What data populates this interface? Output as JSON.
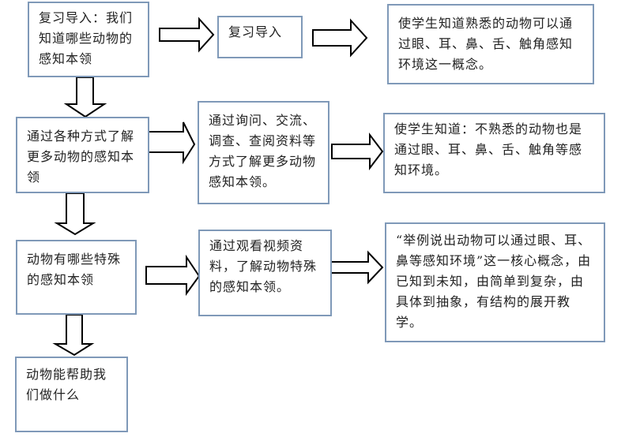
{
  "left_column": [
    {
      "id": "review",
      "text": "复习导入：我们知道哪些动物的感知本领"
    },
    {
      "id": "ways",
      "text": "通过各种方式了解更多动物的感知本领"
    },
    {
      "id": "special",
      "text": "动物有哪些特殊的感知本领"
    },
    {
      "id": "help",
      "text": "动物能帮助我们做什么"
    }
  ],
  "middle_column": [
    {
      "id": "review-method",
      "text": "复习导入"
    },
    {
      "id": "inquiry-method",
      "text": "通过询问、交流、调查、查阅资料等方式了解更多动物感知本领。"
    },
    {
      "id": "video-method",
      "text": "通过观看视频资料，了解动物特殊的感知本领。"
    }
  ],
  "right_column": [
    {
      "id": "goal-familiar",
      "text": "使学生知道熟悉的动物可以通过眼、耳、鼻、舌、触角感知环境这一概念。"
    },
    {
      "id": "goal-unfamiliar",
      "text": "使学生知道：不熟悉的动物也是通过眼、耳、鼻、舌、触角等感知环境。"
    },
    {
      "id": "goal-core",
      "text": "“举例说出动物可以通过眼、耳、鼻等感知环境”这一核心概念，由已知到未知，由简单到复杂，由具体到抽象，有结构的展开教学。"
    }
  ],
  "colors": {
    "box_border": "#7f99b8",
    "arrow_stroke": "#000000",
    "background": "#ffffff"
  }
}
